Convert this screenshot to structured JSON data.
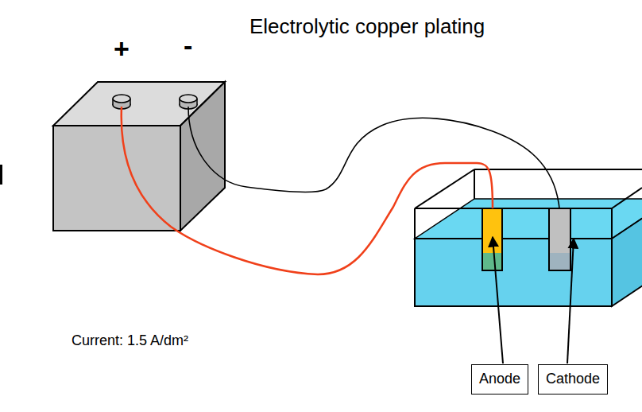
{
  "diagram": {
    "title": "Electrolytic copper plating",
    "nodes": [
      {
        "text": [
          "Anode"
        ]
      },
      {
        "text": [
          "Cathode"
        ]
      }
    ],
    "labels": [
      "+",
      "-",
      "Current: 1.5 A/dm²"
    ]
  }
}
